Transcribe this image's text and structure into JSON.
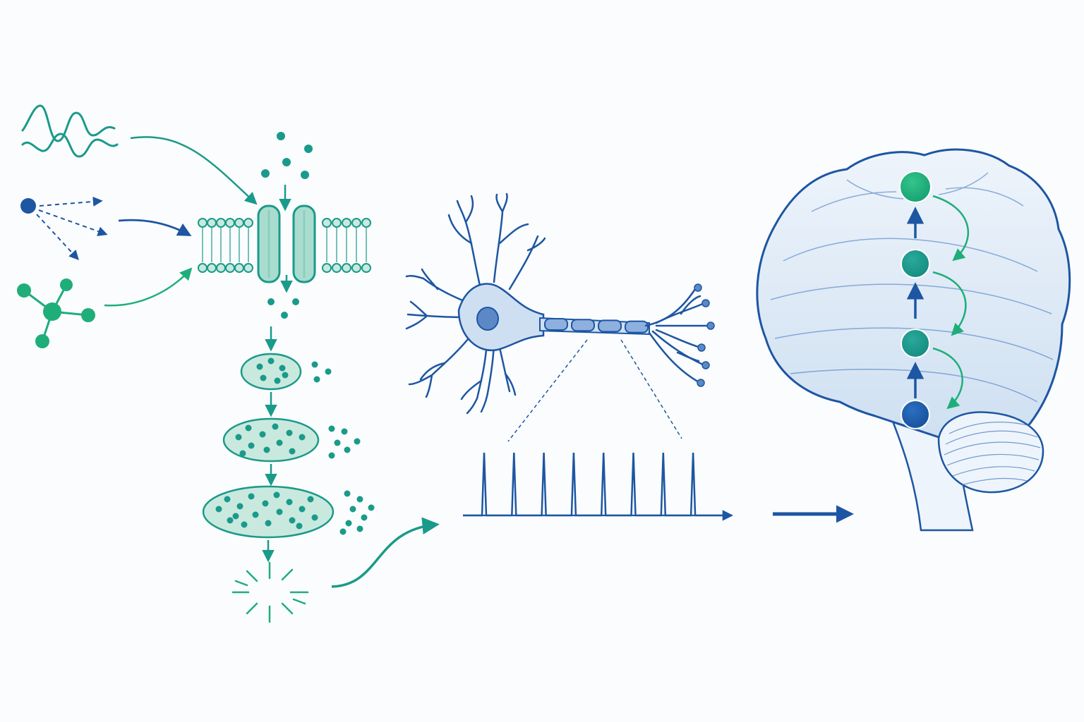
{
  "colors": {
    "background": "#fbfcfd",
    "navy": "#1d56a3",
    "teal": "#1a9a8a",
    "green": "#1fae7a",
    "membrane_fill": "#c9e9df",
    "cell_fill": "#cfdff2",
    "brain_fill": "#dce8f5"
  },
  "icons": {
    "wave": "sound-wave-icon",
    "particle": "radiating-particle-icon",
    "molecule": "molecule-icon",
    "membrane": "ion-channel-membrane-icon",
    "vesicles": "signal-amplification-cascade-icon",
    "burst": "activation-burst-icon",
    "neuron": "neuron-icon",
    "spikes": "action-potential-spike-train-icon",
    "brain": "brain-hierarchy-icon"
  },
  "diagram": {
    "stimuli_count": 3,
    "amplification_stages": 3,
    "myelin_segments": 4,
    "spike_count": 8,
    "brain_hierarchy_levels": 4
  }
}
